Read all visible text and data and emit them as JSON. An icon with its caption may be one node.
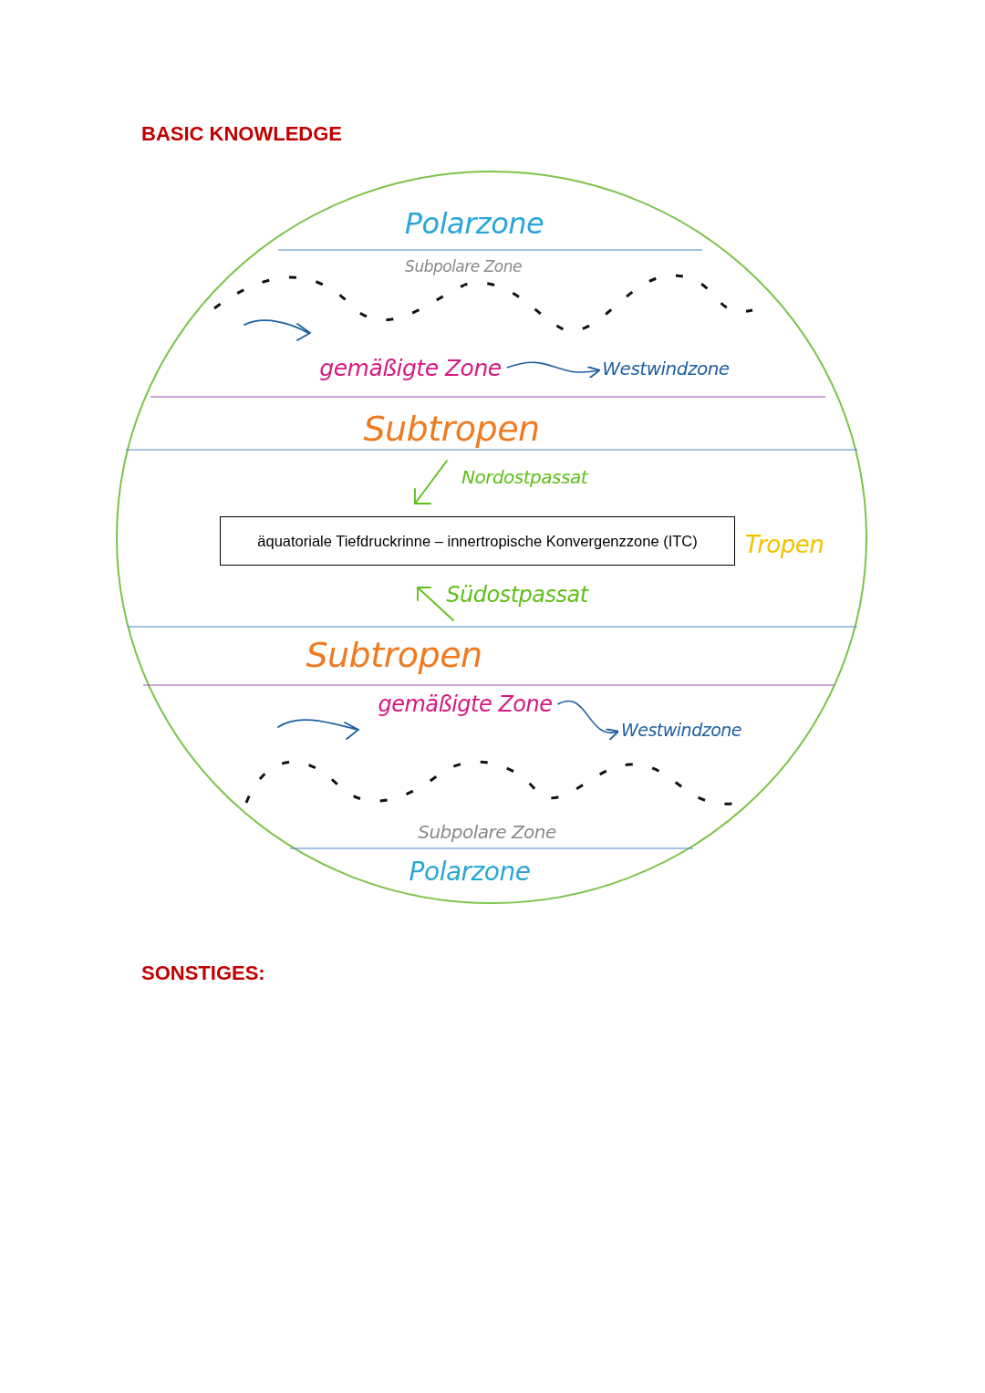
{
  "diagram": {
    "title": "BASIC KNOWLEDGE",
    "nodes": [
      {
        "text": [],
        "shape": "circle"
      },
      {
        "text": [
          "gemäßigte Zone"
        ],
        "in": 0
      },
      {
        "text": [
          "Westwindzone"
        ],
        "in": 0
      },
      {
        "text": [
          "äquatoriale Tiefdruckrinne – innertropische Konvergenzzone (ITC)"
        ],
        "in": 0
      },
      {
        "text": [
          "gemäßigte Zone"
        ],
        "in": 0
      },
      {
        "text": [
          "Westwindzone"
        ],
        "in": 0
      }
    ],
    "edges": [
      {
        "from": 1,
        "to": 2,
        "arrow": "to"
      },
      {
        "from": 4,
        "to": 5,
        "arrow": "to"
      }
    ],
    "labels": [
      "Polarzone",
      "Subpolare Zone",
      "Subtropen",
      "Nordostpassat",
      "Tropen",
      "Südostpassat",
      "Subtropen",
      "Subpolare Zone",
      "Polarzone",
      "SONSTIGES:"
    ]
  }
}
